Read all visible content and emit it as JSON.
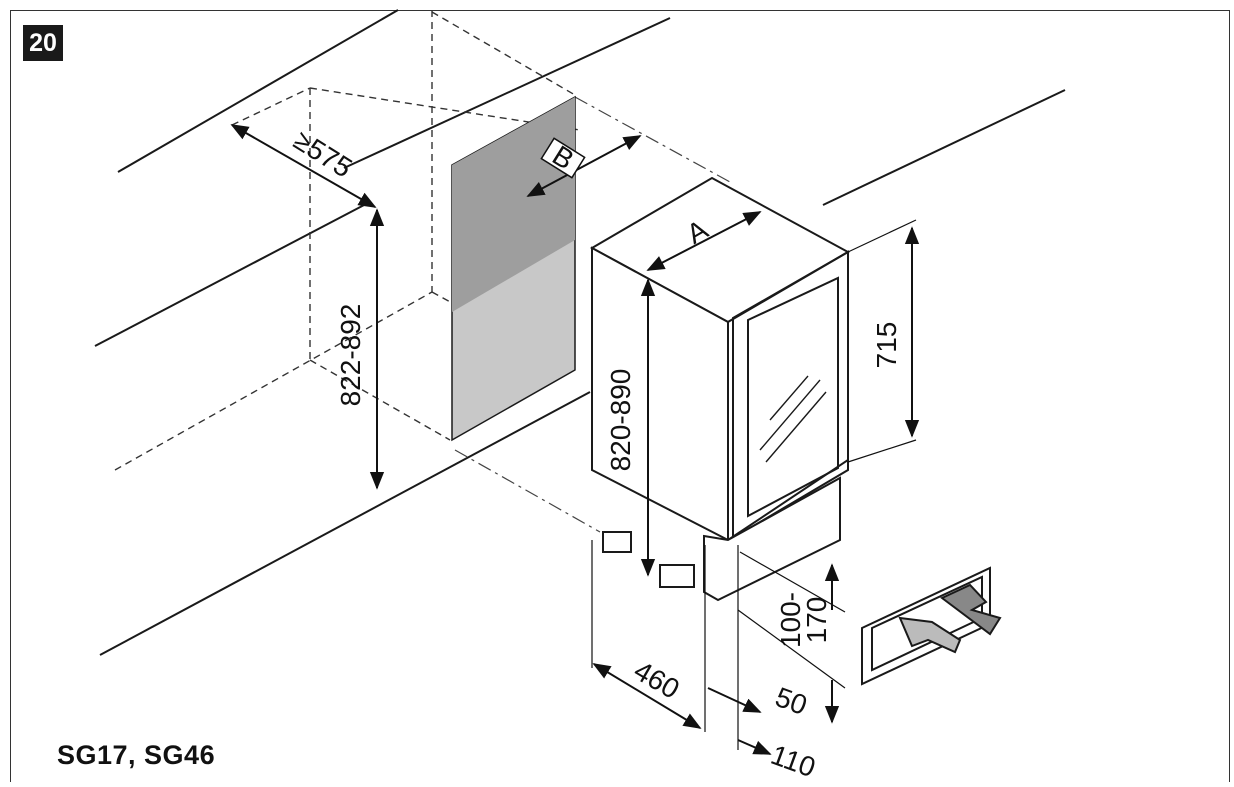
{
  "figure": {
    "number": "20",
    "models": "SG17, SG46"
  },
  "dimensions": {
    "niche_depth": "≥575",
    "niche_height": "822-892",
    "niche_width_label": "B",
    "appliance_width_label": "A",
    "appliance_height": "820-890",
    "door_height": "715",
    "appliance_depth": "460",
    "plinth_height": "100-\n170",
    "plinth_height_line1": "100-",
    "plinth_height_line2": "170",
    "plinth_offset": "50",
    "plinth_depth": "110"
  },
  "colors": {
    "line": "#1a1a1a",
    "niche_back_dark": "#9e9e9e",
    "niche_back_light": "#c8c8c8"
  }
}
